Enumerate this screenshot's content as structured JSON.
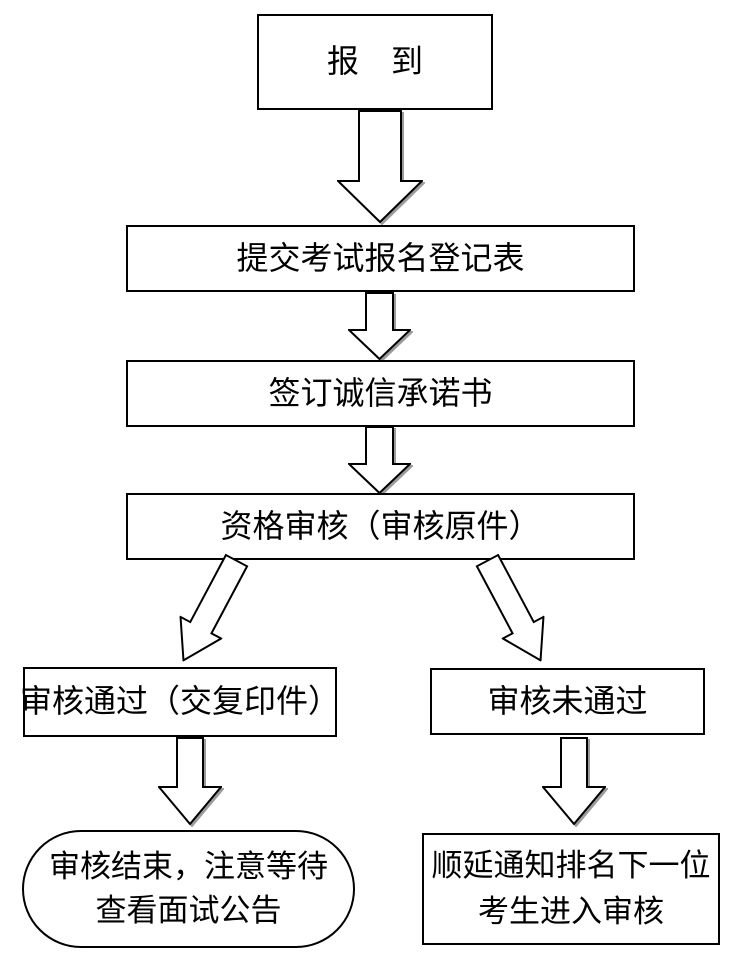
{
  "flowchart": {
    "nodes": {
      "checkin": {
        "label": "报　到"
      },
      "submit_form": {
        "label": "提交考试报名登记表"
      },
      "sign_pledge": {
        "label": "签订诚信承诺书"
      },
      "qualification_review": {
        "label": "资格审核（审核原件）"
      },
      "review_passed": {
        "label": "审核通过（交复印件）"
      },
      "review_failed": {
        "label": "审核未通过"
      },
      "review_end": {
        "line1": "审核结束，注意等待",
        "line2": "查看面试公告"
      },
      "notify_next": {
        "line1": "顺延通知排名下一位",
        "line2": "考生进入审核"
      }
    },
    "colors": {
      "border": "#000000",
      "text": "#000000",
      "background": "#ffffff",
      "arrow_fill": "#ffffff",
      "arrow_outline": "#000000",
      "arrow_shadow": "#9c9c9c"
    }
  }
}
